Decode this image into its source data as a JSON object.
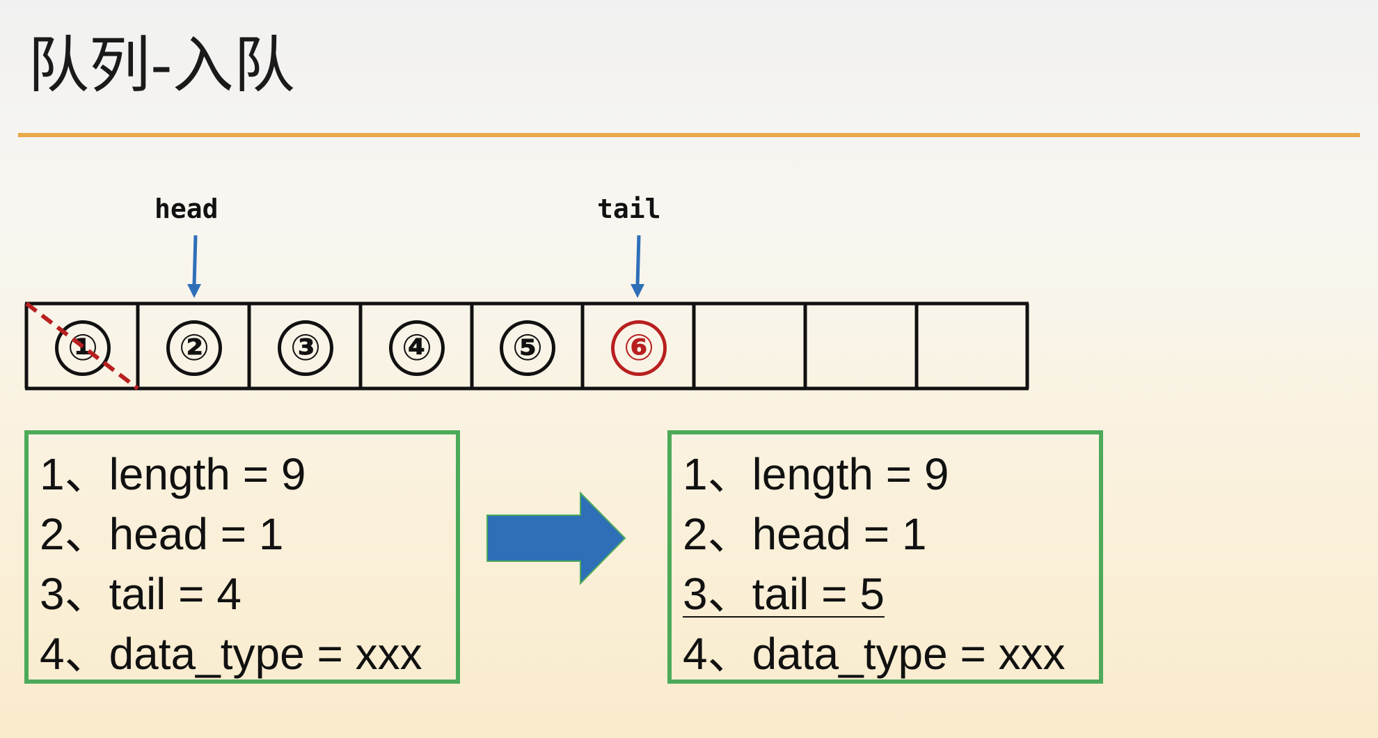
{
  "title": "队列-入队",
  "pointers": {
    "head": "head",
    "tail": "tail"
  },
  "cells": [
    "①",
    "②",
    "③",
    "④",
    "⑤",
    "⑥",
    "",
    "",
    ""
  ],
  "colors": {
    "accent_rule": "#e9a84a",
    "arrow_blue": "#2e6fb8",
    "new_item_red": "#b82020",
    "box_green": "#4caa5a",
    "dequeued_strike": "#b82020"
  },
  "before": {
    "lines": [
      "1、length = 9",
      "2、head = 1",
      "3、tail = 4",
      "4、data_type = xxx"
    ]
  },
  "after": {
    "lines": [
      "1、length = 9",
      "2、head = 1",
      "3、tail = 5",
      "4、data_type = xxx"
    ]
  }
}
